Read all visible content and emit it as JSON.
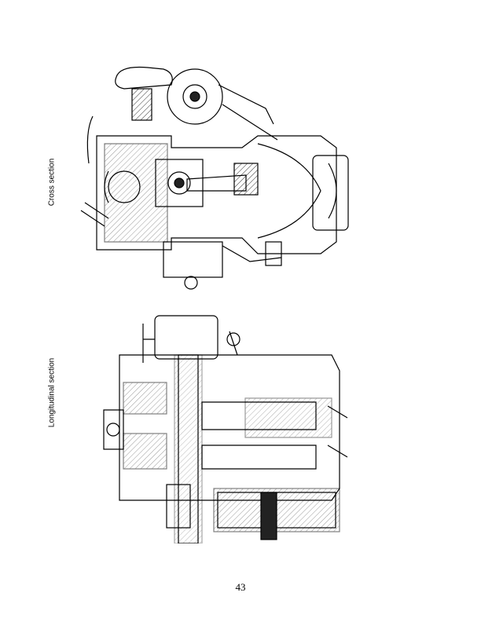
{
  "figures": [
    {
      "label": "Cross section"
    },
    {
      "label": "Longitudinal section"
    }
  ],
  "page_number": "43"
}
